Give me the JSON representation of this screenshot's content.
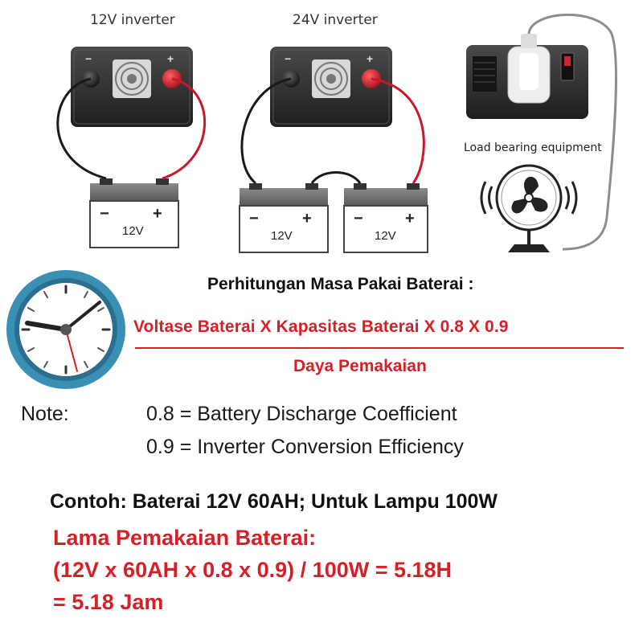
{
  "diagram": {
    "inverter_12v_title": "12V inverter",
    "inverter_24v_title": "24V inverter",
    "load_label": "Load bearing equipment",
    "battery_label": "12V",
    "minus_sign": "−",
    "plus_sign": "+",
    "term_minus": "−",
    "term_plus": "+",
    "colors": {
      "positive_cable": "#c8182a",
      "negative_cable": "#1a1a1a",
      "formula_red": "#d81f26",
      "clock_ring": "#3a8fb5"
    }
  },
  "formula": {
    "title": "Perhitungan Masa Pakai Baterai :",
    "numerator": "Voltase Baterai X Kapasitas Baterai  X 0.8 X 0.9",
    "denominator": "Daya Pemakaian"
  },
  "notes": {
    "label": "Note:",
    "line1": "0.8 = Battery Discharge Coefficient",
    "line2": "0.9 = Inverter Conversion Efficiency"
  },
  "example": {
    "text": "Contoh: Baterai 12V 60AH; Untuk Lampu 100W"
  },
  "result": {
    "line1": "Lama Pemakaian Baterai:",
    "line2": "(12V x 60AH x 0.8 x 0.9) / 100W = 5.18H",
    "line3": "= 5.18 Jam"
  },
  "icons": {
    "clock": "clock-icon",
    "fan": "fan-icon",
    "plug": "plug-icon"
  }
}
